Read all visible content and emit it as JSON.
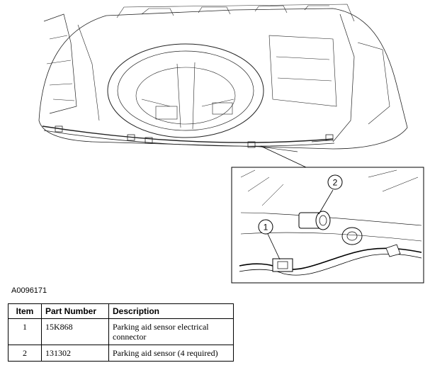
{
  "figure": {
    "id": "A0096171",
    "callouts": [
      "1",
      "2"
    ]
  },
  "table": {
    "headers": [
      "Item",
      "Part Number",
      "Description"
    ],
    "rows": [
      {
        "item": "1",
        "part_number": "15K868",
        "description": "Parking aid sensor electrical connector"
      },
      {
        "item": "2",
        "part_number": "131302",
        "description": "Parking aid sensor (4 required)"
      }
    ]
  }
}
